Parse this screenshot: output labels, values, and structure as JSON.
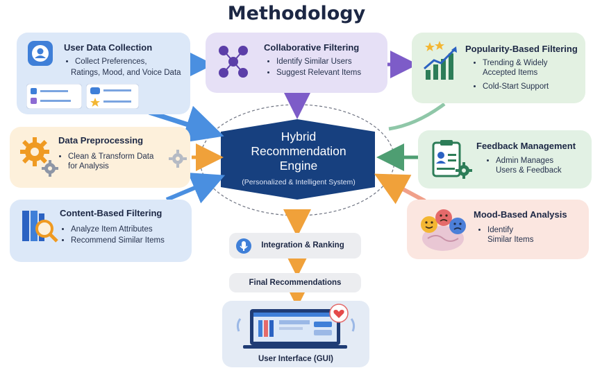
{
  "title": "Methodology",
  "engine": {
    "line1": "Hybrid",
    "line2": "Recommendation",
    "line3": "Engine",
    "subtitle": "(Personalized & Intelligent System)"
  },
  "cards": {
    "user_data": {
      "title": "User Data Collection",
      "items": [
        "Collect Preferences,",
        "Ratings, Mood, and Voice Data"
      ]
    },
    "collaborative": {
      "title": "Collaborative Filtering",
      "items": [
        "Identify Similar Users",
        "Suggest Relevant Items"
      ]
    },
    "popularity": {
      "title": "Popularity-Based Filtering",
      "items": [
        "Trending & Widely",
        "Accepted Items",
        "Cold-Start Support"
      ]
    },
    "preprocessing": {
      "title": "Data Preprocessing",
      "items": [
        "Clean & Transform Data",
        "for Analysis"
      ]
    },
    "feedback": {
      "title": "Feedback Management",
      "items": [
        "Admin Manages",
        "Users & Feedback"
      ]
    },
    "content_based": {
      "title": "Content-Based Filtering",
      "items": [
        "Analyze Item Attributes",
        "Recommend Similar Items"
      ]
    },
    "mood": {
      "title": "Mood-Based Analysis",
      "items": [
        "Identify",
        "Similar Items"
      ]
    }
  },
  "pipeline": {
    "integration": "Integration & Ranking",
    "final": "Final Recommendations",
    "gui": "User Interface (GUI)"
  },
  "colors": {
    "engine": "#17407f",
    "arrow_blue": "#4a8fe0",
    "arrow_purple": "#7d5cc8",
    "arrow_orange": "#f0a13a",
    "arrow_green": "#4e9e72",
    "title": "#1c2744"
  },
  "icons": [
    "user-icon",
    "network-icon",
    "growth-chart-icon",
    "gear-icon",
    "clipboard-icon",
    "book-search-icon",
    "mood-faces-icon",
    "microphone-icon",
    "laptop-icon"
  ]
}
